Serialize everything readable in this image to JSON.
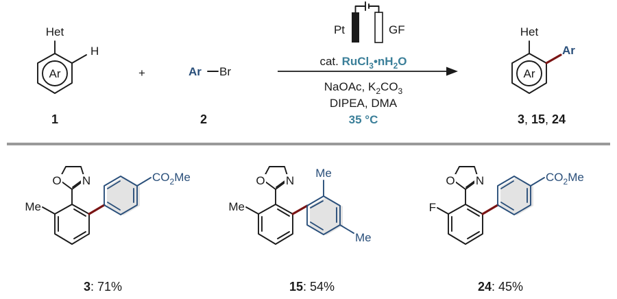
{
  "reaction": {
    "sm1": {
      "het": "Het",
      "h": "H",
      "ar": "Ar",
      "number": "1"
    },
    "plus": "+",
    "sm2": {
      "ar": "Ar",
      "br": "Br",
      "number": "2"
    },
    "electrodes": {
      "anode": "Pt",
      "cathode": "GF"
    },
    "catalyst": {
      "prefix": "cat.",
      "formula": "RuCl3•nH2O"
    },
    "conditions_line1": "NaOAc, K2CO3",
    "conditions_line2": "DIPEA, DMA",
    "temperature": "35 °C",
    "product": {
      "het": "Het",
      "ar_ring": "Ar",
      "ar_sub": "Ar",
      "numbers": [
        "3",
        "15",
        "24"
      ]
    }
  },
  "examples": [
    {
      "number": "3",
      "yield": "71%",
      "ortho": "Me",
      "aryl_subs": [
        "CO2Me"
      ]
    },
    {
      "number": "15",
      "yield": "54%",
      "ortho": "Me",
      "aryl_subs": [
        "Me",
        "Me"
      ]
    },
    {
      "number": "24",
      "yield": "45%",
      "ortho": "F",
      "aryl_subs": [
        "CO2Me"
      ]
    }
  ],
  "colors": {
    "blue": "#2a4f7a",
    "teal": "#3b7f99",
    "new_bond": "#7a1414",
    "divider": "#9a9a9a"
  }
}
